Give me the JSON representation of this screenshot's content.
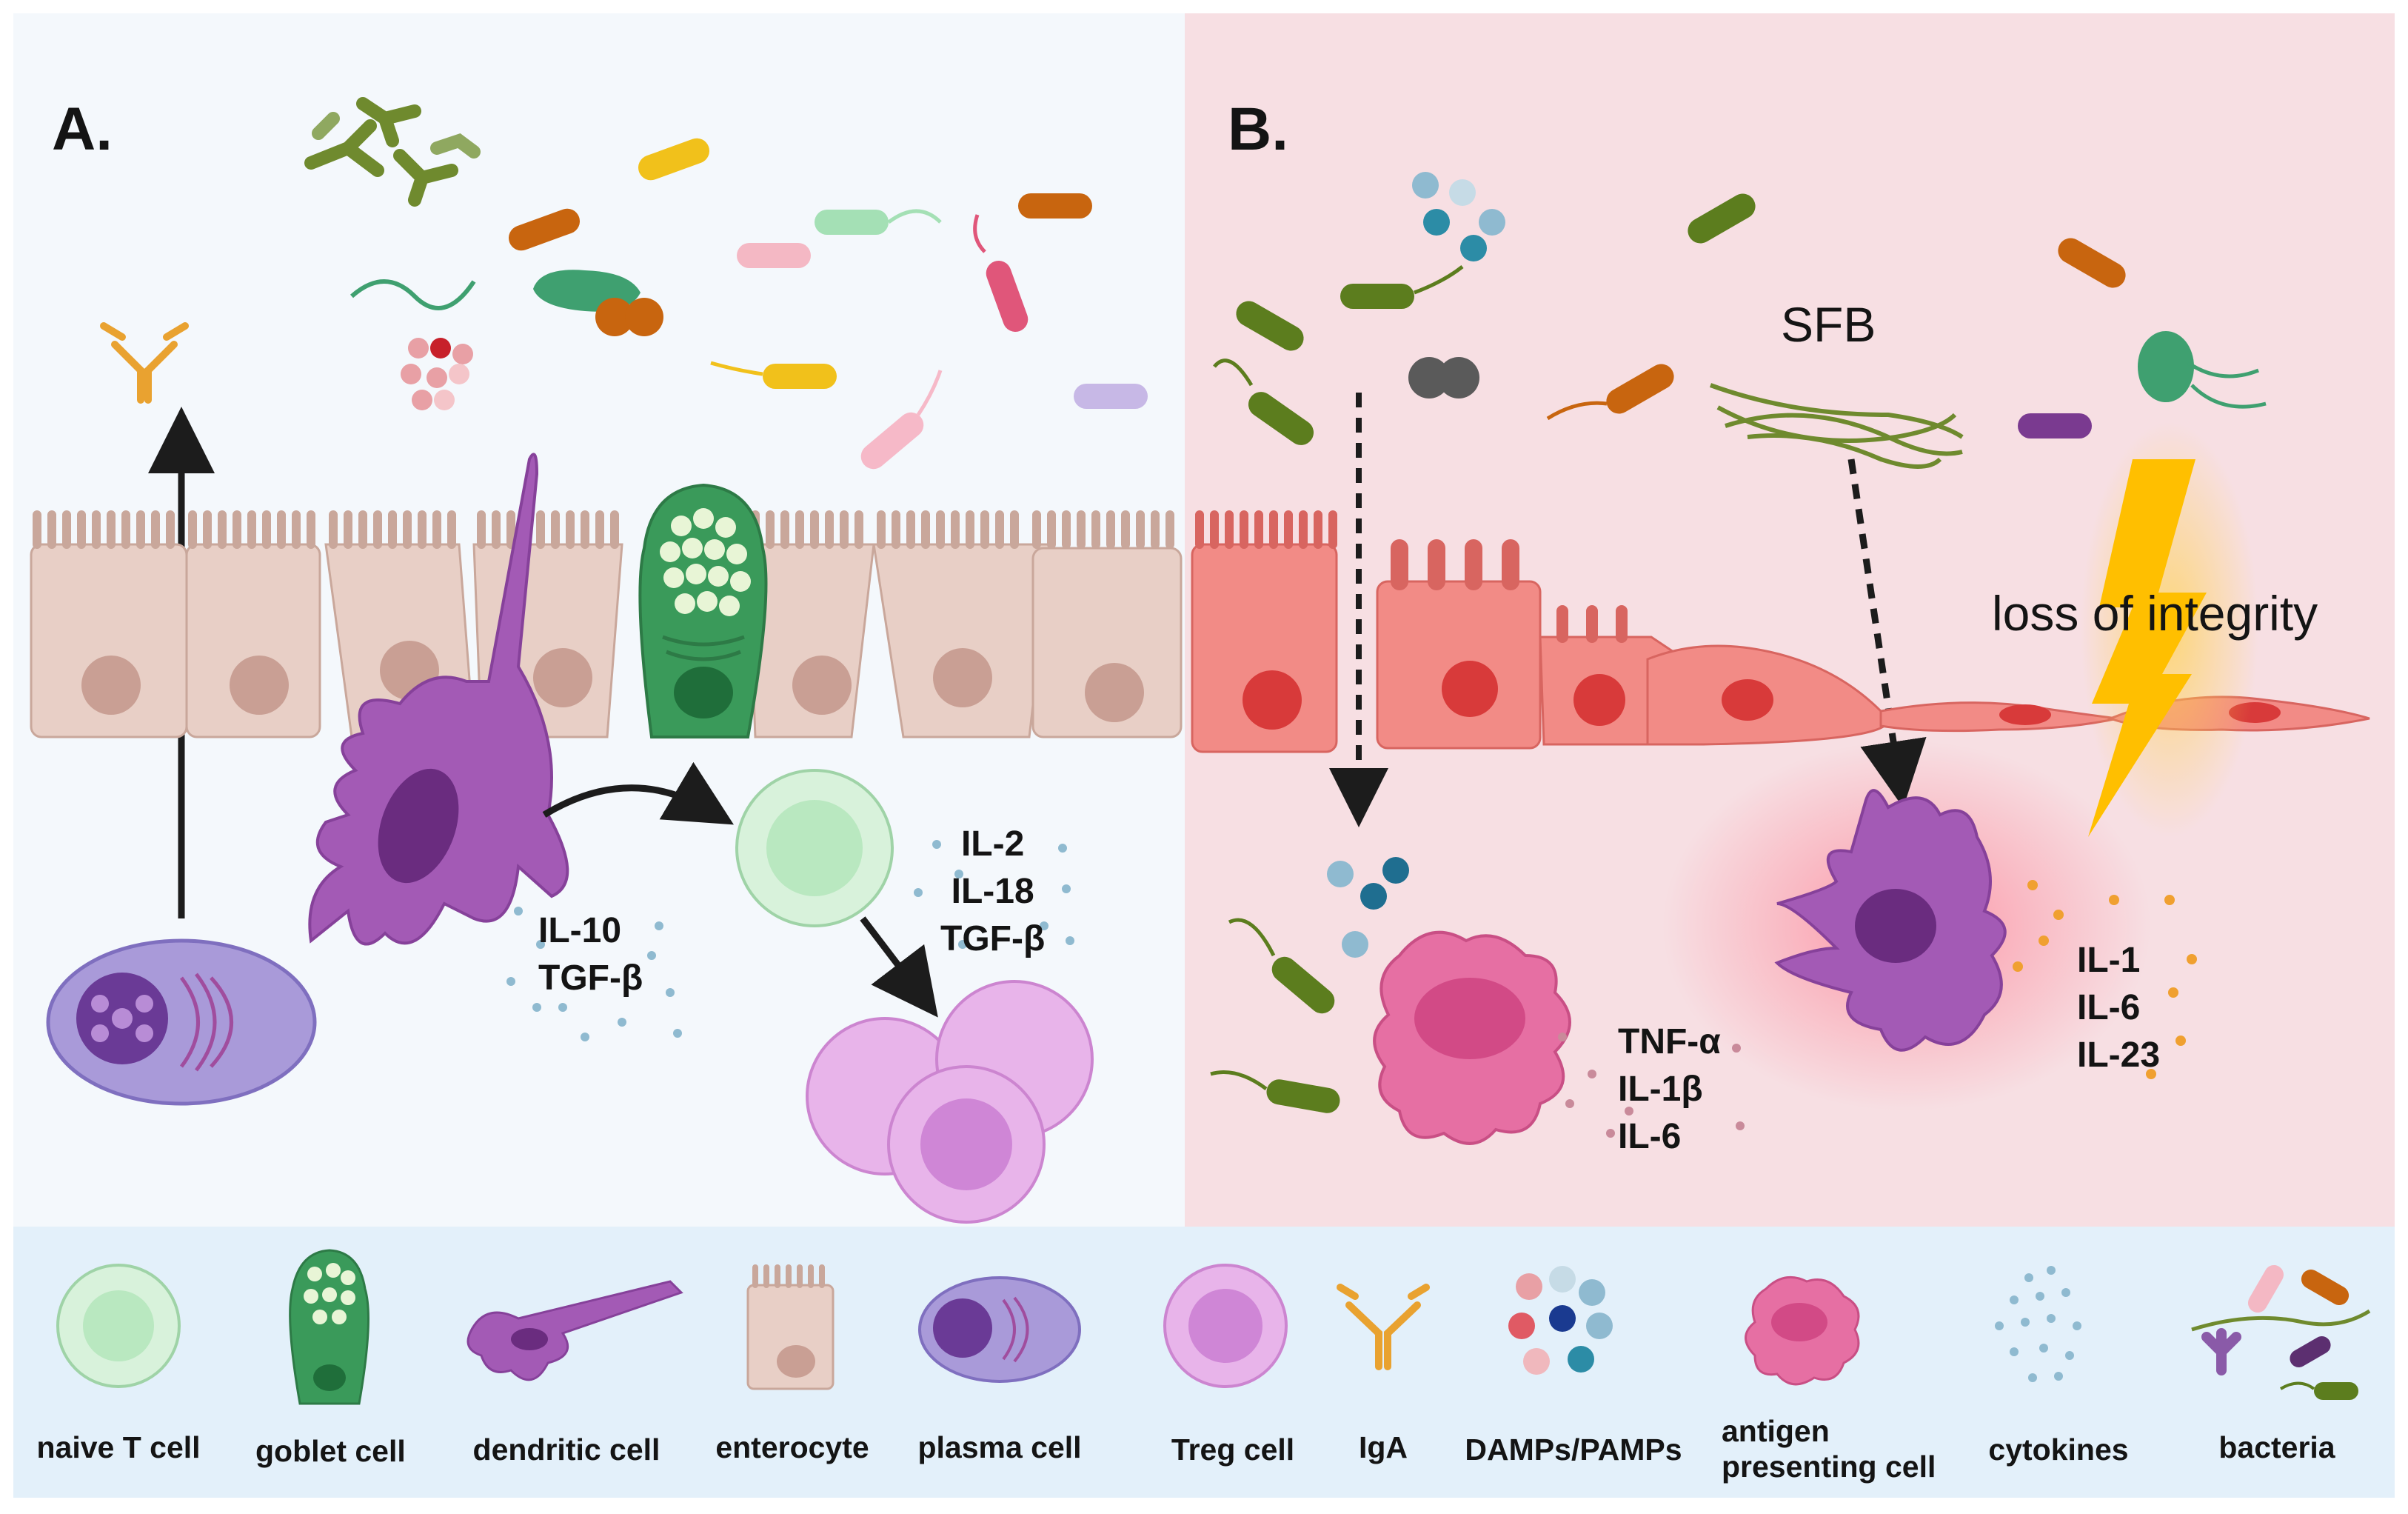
{
  "panels": {
    "a": {
      "letter": "A.",
      "cytokines_dc": [
        "IL-10",
        "TGF-β"
      ],
      "cytokines_tcell": [
        "IL-2",
        "IL-18",
        "TGF-β"
      ]
    },
    "b": {
      "letter": "B.",
      "sfb_label": "SFB",
      "integrity_label": "loss of integrity",
      "cytokines_apc": [
        "TNF-α",
        "IL-1β",
        "IL-6"
      ],
      "cytokines_dc": [
        "IL-1",
        "IL-6",
        "IL-23"
      ]
    }
  },
  "legend": {
    "items": [
      {
        "label": "naive T cell",
        "icon": "naive-t-cell-icon"
      },
      {
        "label": "goblet cell",
        "icon": "goblet-cell-icon"
      },
      {
        "label": "dendritic cell",
        "icon": "dendritic-cell-icon"
      },
      {
        "label": "enterocyte",
        "icon": "enterocyte-icon"
      },
      {
        "label": "plasma cell",
        "icon": "plasma-cell-icon"
      },
      {
        "label": "Treg cell",
        "icon": "treg-cell-icon"
      },
      {
        "label": "IgA",
        "icon": "iga-icon"
      },
      {
        "label": "DAMPs/PAMPs",
        "icon": "damps-pamps-icon"
      },
      {
        "label": "antigen presenting cell",
        "line1": "antigen",
        "line2": "presenting cell",
        "icon": "apc-icon"
      },
      {
        "label": "cytokines",
        "icon": "cytokines-icon"
      },
      {
        "label": "bacteria",
        "icon": "bacteria-icon"
      }
    ]
  },
  "colors": {
    "panel_a_bg": "#f4f8fc",
    "panel_b_bg": "#f7dfe3",
    "legend_bg": "#e3f0fa",
    "enterocyte_healthy": "#e8cfc6",
    "enterocyte_inflamed": "#f28b86",
    "dendritic_cell": "#a35ab5",
    "goblet_cell": "#3a9a5a",
    "apc": "#e66fa3",
    "treg": "#e6a6e6",
    "naive_t": "#b9e8c0",
    "plasma": "#a99ad9",
    "iga": "#e9a230",
    "lightning": "#ffbf00"
  }
}
